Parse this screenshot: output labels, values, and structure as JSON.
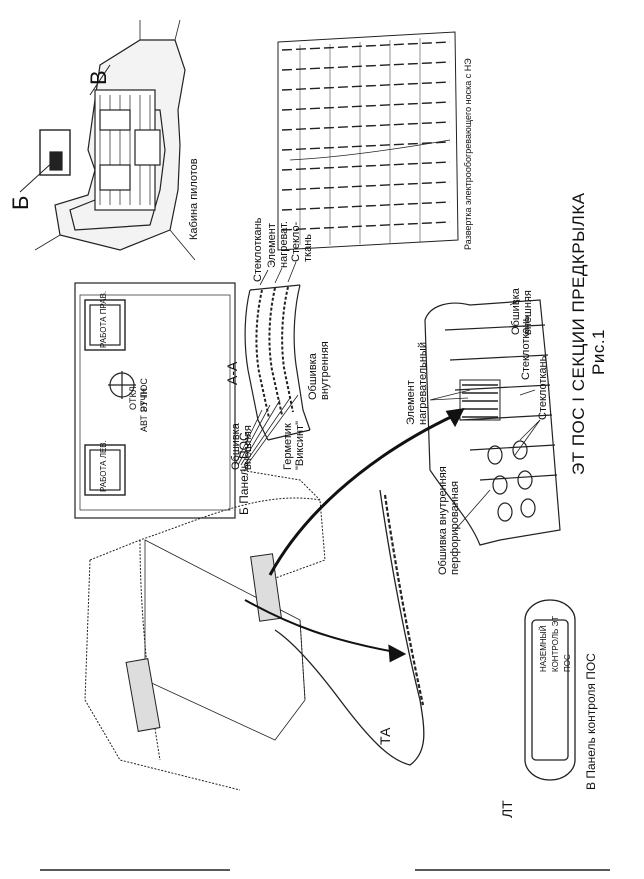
{
  "figure": {
    "title": "ЭТ ПОС  I СЕКЦИИ  ПРЕДКРЫЛКА",
    "fig_num": "Рис.1"
  },
  "cockpit": {
    "label": "Кабина пилотов",
    "letter_b": "Б",
    "letter_v": "В"
  },
  "pos_panel": {
    "caption": "Б  Панель ПОС",
    "btn_left": "РАБОТА ЛЕВ.",
    "btn_right": "РАБОТА ПРАВ.",
    "mode_label": "АВТ  ЭТ ПОС",
    "off_label": "ОТКЛ",
    "manual_label": "РУЧН"
  },
  "control_panel": {
    "caption": "В  Панель контроля ПОС",
    "inner_text": "НАЗЕМНЫЙ КОНТРОЛЬ ЭТ ПОС"
  },
  "layout_view": {
    "caption": "Развертка электрообогревающего носка с НЭ"
  },
  "section_aa": {
    "title": "А-А",
    "outer_skin": "Обшивка внешняя",
    "glass1": "Стеклоткань",
    "element": "Элемент нагреват.",
    "glass2": "Стекло- ткань",
    "inner_skin": "Обшивка внутренняя",
    "sealant": "Герметик \"Виксинт\""
  },
  "detail": {
    "heater": "Элемент нагревательный",
    "glass": "Стеклоткань",
    "outer_skin": "Обшивка внешняя",
    "glass_bottom": "Стеклоткань",
    "inner_perf": "Обшивка внутренняя перфорированная"
  },
  "wing": {
    "ta": "ТА",
    "lt": "ЛТ"
  }
}
